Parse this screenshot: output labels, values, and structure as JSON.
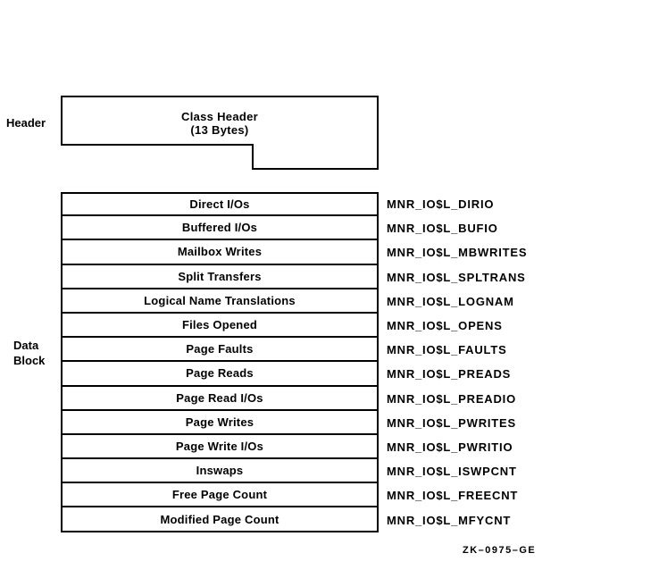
{
  "labels": {
    "header": "Header",
    "data_block_line1": "Data",
    "data_block_line2": "Block"
  },
  "header_box": {
    "title_line1": "Class Header",
    "title_line2": "(13 Bytes)"
  },
  "rows": [
    {
      "field": "Direct I/Os",
      "symbol": "MNR_IO$L_DIRIO"
    },
    {
      "field": "Buffered I/Os",
      "symbol": "MNR_IO$L_BUFIO"
    },
    {
      "field": "Mailbox Writes",
      "symbol": "MNR_IO$L_MBWRITES"
    },
    {
      "field": "Split Transfers",
      "symbol": "MNR_IO$L_SPLTRANS"
    },
    {
      "field": "Logical Name Translations",
      "symbol": "MNR_IO$L_LOGNAM"
    },
    {
      "field": "Files Opened",
      "symbol": "MNR_IO$L_OPENS"
    },
    {
      "field": "Page Faults",
      "symbol": "MNR_IO$L_FAULTS"
    },
    {
      "field": "Page Reads",
      "symbol": "MNR_IO$L_PREADS"
    },
    {
      "field": "Page Read I/Os",
      "symbol": "MNR_IO$L_PREADIO"
    },
    {
      "field": "Page Writes",
      "symbol": "MNR_IO$L_PWRITES"
    },
    {
      "field": "Page Write I/Os",
      "symbol": "MNR_IO$L_PWRITIO"
    },
    {
      "field": "Inswaps",
      "symbol": "MNR_IO$L_ISWPCNT"
    },
    {
      "field": "Free Page Count",
      "symbol": "MNR_IO$L_FREECNT"
    },
    {
      "field": "Modified Page Count",
      "symbol": "MNR_IO$L_MFYCNT"
    }
  ],
  "figure_id": "ZK–0975–GE",
  "colors": {
    "ink": "#000000",
    "background": "#ffffff"
  }
}
